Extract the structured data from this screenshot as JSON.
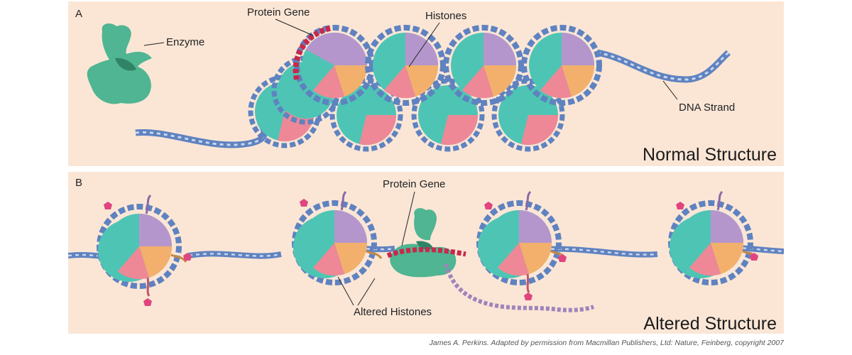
{
  "panel_a": {
    "letter": "A",
    "labels": {
      "protein_gene": "Protein Gene",
      "histones": "Histones",
      "enzyme": "Enzyme",
      "dna_strand": "DNA Strand"
    },
    "title": "Normal Structure"
  },
  "panel_b": {
    "letter": "B",
    "labels": {
      "protein_gene": "Protein Gene",
      "altered_histones": "Altered Histones"
    },
    "title": "Altered Structure"
  },
  "credit": "James A. Perkins.  Adapted by permission from Macmillan Publishers, Ltd: Nature, Feinberg, copyright 2007",
  "colors": {
    "background": "#fbe6d6",
    "dna_blue": "#5f82c0",
    "gene_red": "#c8284a",
    "histone_purple": "#b596cc",
    "histone_orange": "#f3b06c",
    "histone_pink": "#ee8896",
    "histone_teal": "#4ec5b4",
    "enzyme_green": "#4fb592",
    "mark_magenta": "#e0457f"
  }
}
